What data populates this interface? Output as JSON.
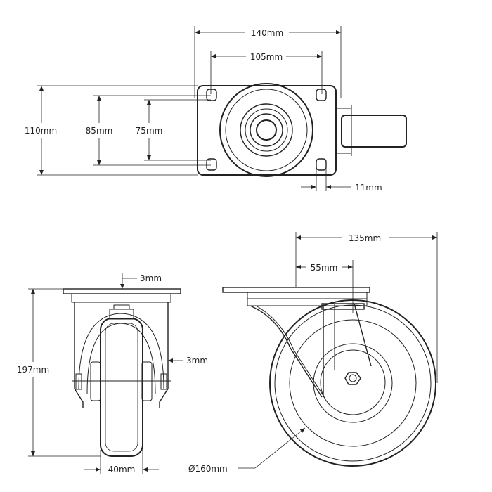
{
  "colors": {
    "line": "#222222",
    "background": "#ffffff"
  },
  "top_view": {
    "width_label": "140mm",
    "hole_width_label": "105mm",
    "height_label": "110mm",
    "hole_height_label": "85mm",
    "inner_height_label": "75mm",
    "slot_label": "11mm"
  },
  "front_view": {
    "plate_thickness_label": "3mm",
    "fork_thickness_label": "3mm",
    "total_height_label": "197mm",
    "wheel_width_label": "40mm"
  },
  "side_view": {
    "offset_label": "135mm",
    "swivel_label": "55mm",
    "diameter_label": "Ø160mm"
  }
}
